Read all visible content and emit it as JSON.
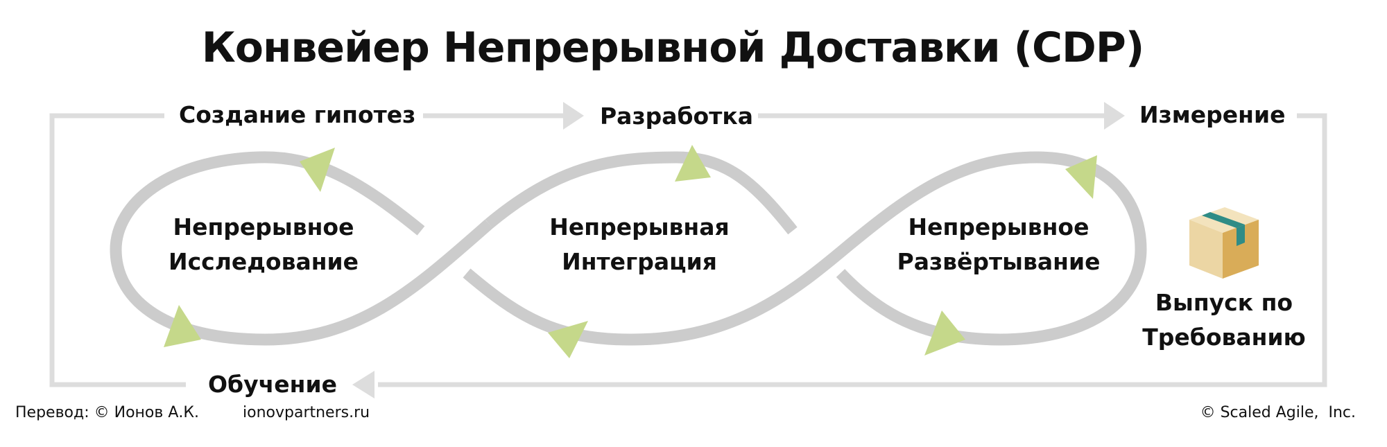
{
  "title": "Конвейер Непрерывной Доставки (CDP)",
  "top_stages": {
    "hypothesis": "Создание гипотез",
    "development": "Разработка",
    "measurement": "Измерение",
    "learning": "Обучение"
  },
  "loops": [
    {
      "line1": "Непрерывное",
      "line2": "Исследование"
    },
    {
      "line1": "Непрерывная",
      "line2": "Интеграция"
    },
    {
      "line1": "Непрерывное",
      "line2": "Развёртывание"
    }
  ],
  "release": {
    "line1": "Выпуск по",
    "line2": "Требованию",
    "icon": "package-box-icon"
  },
  "footer": {
    "translation": "Перевод: © Ионов А.К.",
    "website": "ionovpartners.ru",
    "copyright": "© Scaled Agile,  Inc."
  },
  "colors": {
    "frame": "#dddddd",
    "loop": "#cccccc",
    "arrow": "#c5d88a",
    "box_light": "#ecd6a4",
    "box_dark": "#d9ac58",
    "tape": "#2f8c86"
  }
}
